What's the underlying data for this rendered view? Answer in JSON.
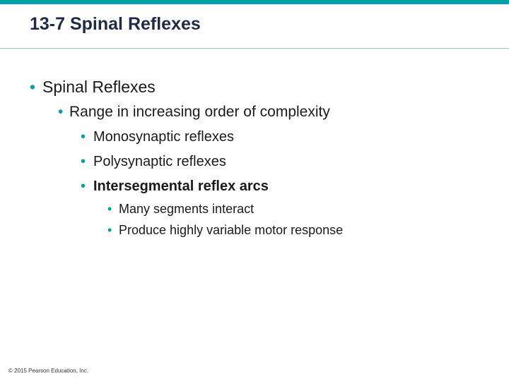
{
  "colors": {
    "accent": "#00a1a6",
    "title": "#1f2a44",
    "text": "#1a1a1a"
  },
  "slide": {
    "title": "13-7 Spinal Reflexes",
    "bullet_glyph": "•",
    "items": [
      {
        "text": "Spinal Reflexes"
      },
      {
        "text": "Range in increasing order of complexity"
      },
      {
        "text": "Monosynaptic reflexes"
      },
      {
        "text": "Polysynaptic reflexes"
      },
      {
        "text": "Intersegmental reflex arcs"
      },
      {
        "text": "Many segments interact"
      },
      {
        "text": "Produce highly variable motor response"
      }
    ],
    "footer": "© 2015 Pearson Education, Inc."
  }
}
